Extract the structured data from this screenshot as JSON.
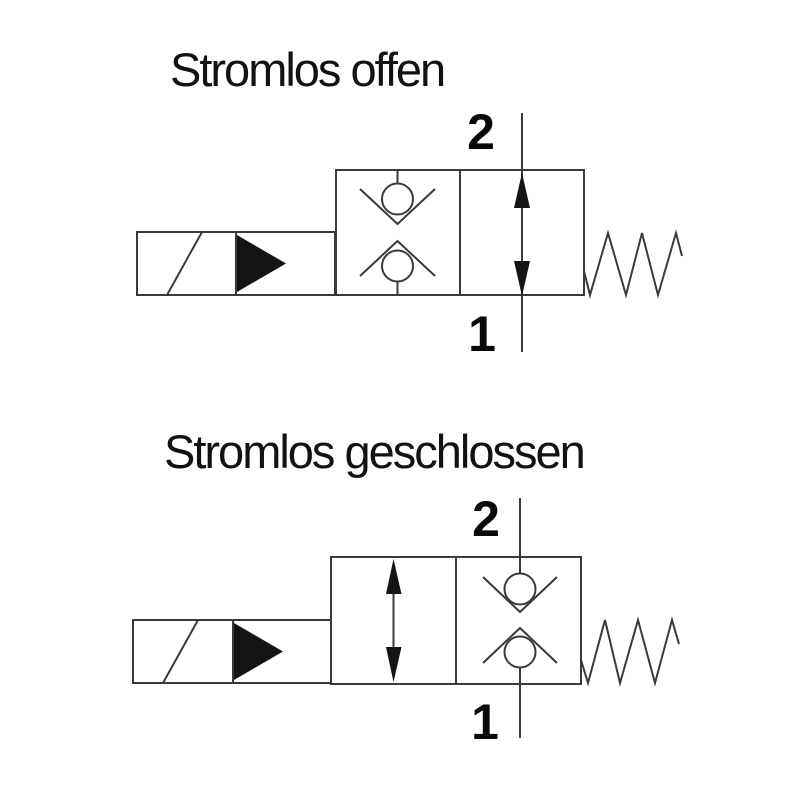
{
  "diagram_open": {
    "title": "Stromlos offen",
    "port_top": "2",
    "port_bottom": "1"
  },
  "diagram_closed": {
    "title": "Stromlos geschlossen",
    "port_top": "2",
    "port_bottom": "1"
  },
  "colors": {
    "background": "#ffffff",
    "line": "#3a3a3a",
    "text": "#121212",
    "solid_fill": "#141414"
  }
}
